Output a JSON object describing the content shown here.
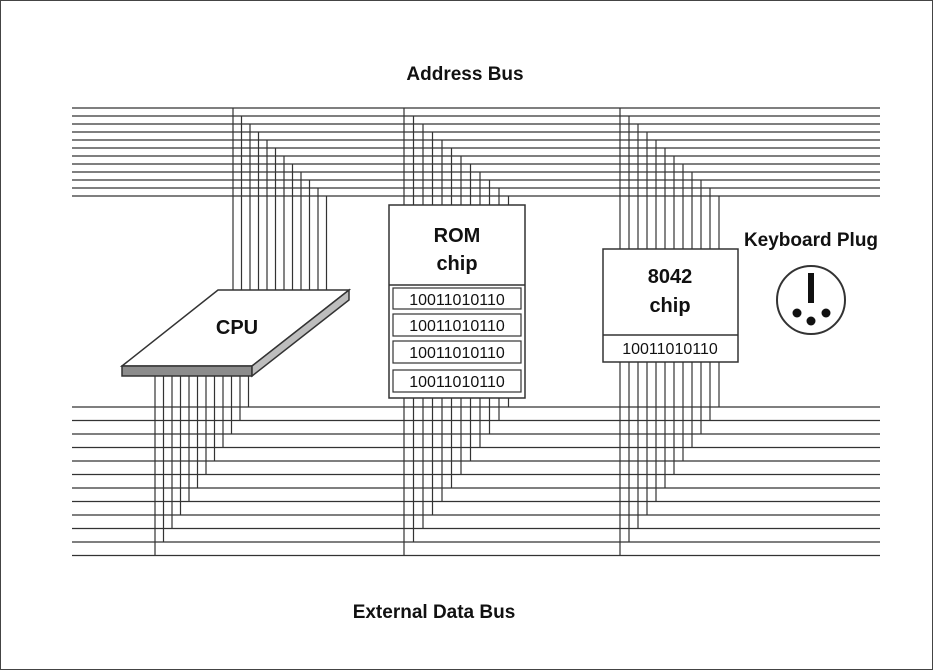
{
  "title_top": "Address Bus",
  "title_bottom": "External Data Bus",
  "cpu": {
    "label": "CPU"
  },
  "rom": {
    "label_line1": "ROM",
    "label_line2": "chip",
    "rows": [
      "10011010110",
      "10011010110",
      "10011010110",
      "10011010110"
    ]
  },
  "kbc": {
    "label_line1": "8042",
    "label_line2": "chip",
    "rows": [
      "10011010110"
    ]
  },
  "keyboard_plug": {
    "label": "Keyboard Plug",
    "icon": "din-connector-icon"
  },
  "colors": {
    "line": "#333333",
    "cpu_edge": "#9a9a9a",
    "text": "#111111"
  }
}
